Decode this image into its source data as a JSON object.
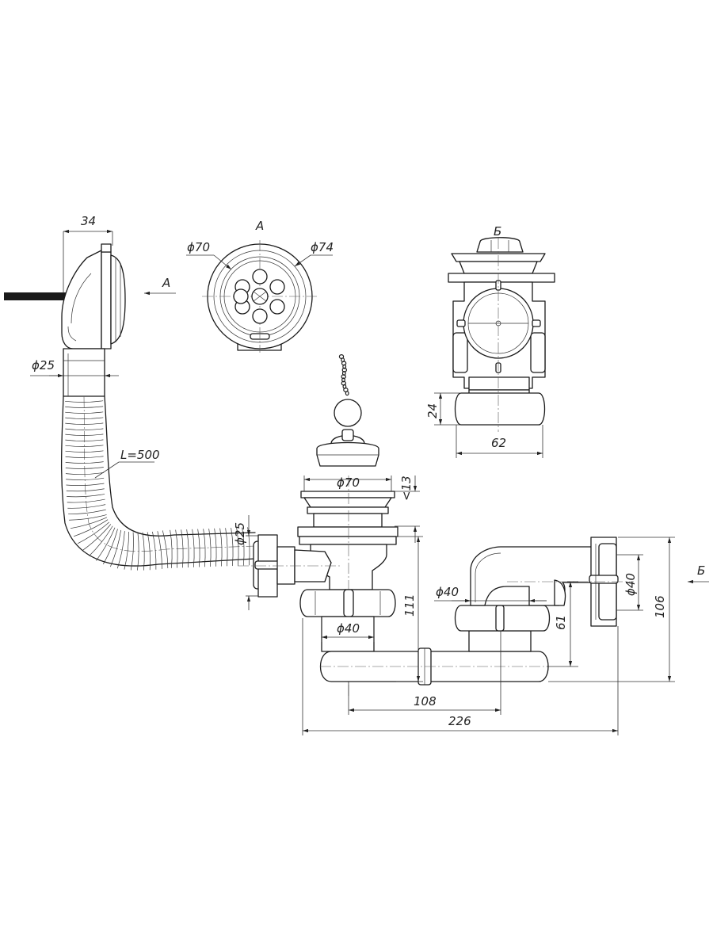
{
  "view_labels": {
    "view_a": "A",
    "view_b": "Б"
  },
  "dimensions": {
    "overflow_width": "34",
    "arrow_a": "A",
    "hose_diameter": "ϕ25",
    "hose_length": "L=500",
    "grid_inner_diameter": "ϕ70",
    "grid_outer_diameter": "ϕ74",
    "outlet_height": "24",
    "outlet_width": "62",
    "drain_diameter": "ϕ70",
    "drain_flange_height": "<13",
    "side_inlet_diameter": "ϕ25",
    "trap_height": "111",
    "trap_inlet_diameter": "ϕ40",
    "outlet_pipe_diameter": "ϕ40",
    "outlet_offset_height": "61",
    "inlet_spacing": "108",
    "overall_length": "226",
    "outlet_nut_diameter": "ϕ40",
    "overall_height": "106",
    "arrow_b": "Б"
  }
}
